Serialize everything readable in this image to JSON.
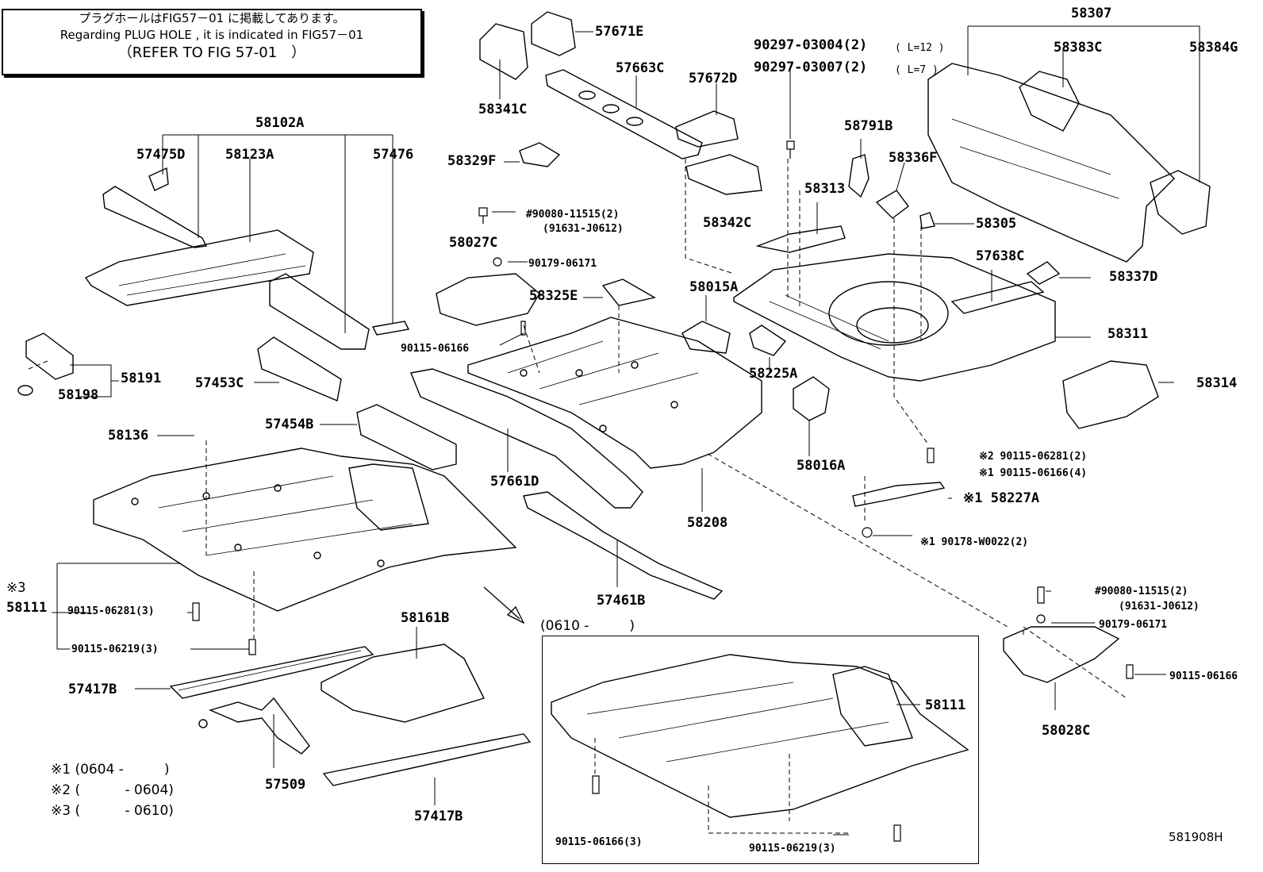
{
  "note": {
    "line1": "プラグホールはFIG57－01 に掲載してあります。",
    "line2": "Regarding PLUG HOLE , it is indicated in FIG57－01",
    "line3": "（REFER TO FIG 57-01　）"
  },
  "labels": {
    "p58307": "58307",
    "p58383C": "58383C",
    "p58384G": "58384G",
    "p57671E": "57671E",
    "p57663C": "57663C",
    "p57672D": "57672D",
    "p58341C": "58341C",
    "p90297a": "90297-03004(2)",
    "p90297a_l": "( L=12 )",
    "p90297b": "90297-03007(2)",
    "p90297b_l": "( L=7 )",
    "p58102A": "58102A",
    "p57475D": "57475D",
    "p58123A": "58123A",
    "p57476": "57476",
    "p58329F": "58329F",
    "p58791B": "58791B",
    "p58336F": "58336F",
    "p58313": "58313",
    "p58342C": "58342C",
    "p58305": "58305",
    "p90080a": "#90080-11515(2)",
    "p91631a": "(91631-J0612)",
    "p58027C": "58027C",
    "p90179a": "90179-06171",
    "p57638C": "57638C",
    "p58337D": "58337D",
    "p58015A": "58015A",
    "p58325E": "58325E",
    "p58311": "58311",
    "p90115a": "90115-06166",
    "p58191": "58191",
    "p58198": "58198",
    "p57453C": "57453C",
    "p58225A": "58225A",
    "p58314": "58314",
    "p57454B": "57454B",
    "p58136": "58136",
    "p58016A": "58016A",
    "p90115b": "※2 90115-06281(2)",
    "p90115c": "※1 90115-06166(4)",
    "p57661D": "57661D",
    "p58227A": "※1 58227A",
    "p58208": "58208",
    "p90178": "※1 90178-W0022(2)",
    "p58111star": "※3",
    "p58111": "58111",
    "p90115d": "90115-06281(3)",
    "p57461B": "57461B",
    "p90080b": "#90080-11515(2)",
    "p91631b": "(91631-J0612)",
    "p90179b": "90179-06171",
    "p90115e": "90115-06219(3)",
    "p58161B": "58161B",
    "p90115f": "90115-06166",
    "p57417B_a": "57417B",
    "p58111b": "58111",
    "p58028C": "58028C",
    "p57509": "57509",
    "p57417B_b": "57417B",
    "p90115g": "90115-06166(3)",
    "p90115h": "90115-06219(3)"
  },
  "inset": {
    "range": "(0610 -　　　)"
  },
  "footnotes": {
    "n1": "※1 (0604 -　　　)",
    "n2": "※2 (　　　 - 0604)",
    "n3": "※3 (　　　 - 0610)"
  },
  "ref": "581908H"
}
